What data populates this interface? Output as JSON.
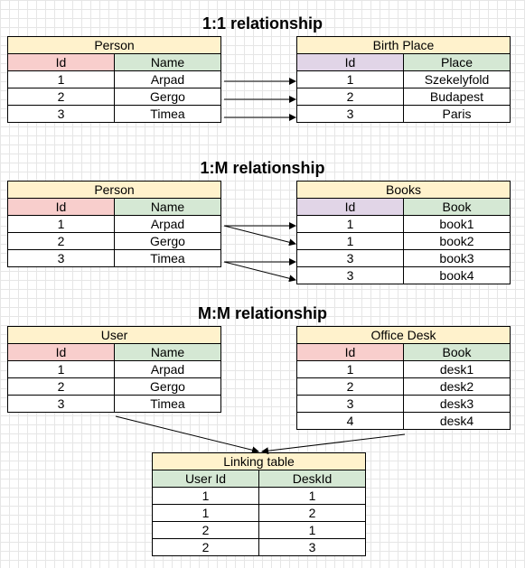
{
  "sections": {
    "one_to_one": "1:1 relationship",
    "one_to_many": "1:M relationship",
    "many_to_many": "M:M relationship"
  },
  "tables": {
    "person_1": {
      "title": "Person",
      "headers": [
        "Id",
        "Name"
      ],
      "rows": [
        [
          "1",
          "Arpad"
        ],
        [
          "2",
          "Gergo"
        ],
        [
          "3",
          "Timea"
        ]
      ]
    },
    "birth_place": {
      "title": "Birth Place",
      "headers": [
        "Id",
        "Place"
      ],
      "rows": [
        [
          "1",
          "Szekelyfold"
        ],
        [
          "2",
          "Budapest"
        ],
        [
          "3",
          "Paris"
        ]
      ]
    },
    "person_2": {
      "title": "Person",
      "headers": [
        "Id",
        "Name"
      ],
      "rows": [
        [
          "1",
          "Arpad"
        ],
        [
          "2",
          "Gergo"
        ],
        [
          "3",
          "Timea"
        ]
      ]
    },
    "books": {
      "title": "Books",
      "headers": [
        "Id",
        "Book"
      ],
      "rows": [
        [
          "1",
          "book1"
        ],
        [
          "1",
          "book2"
        ],
        [
          "3",
          "book3"
        ],
        [
          "3",
          "book4"
        ]
      ]
    },
    "user": {
      "title": "User",
      "headers": [
        "Id",
        "Name"
      ],
      "rows": [
        [
          "1",
          "Arpad"
        ],
        [
          "2",
          "Gergo"
        ],
        [
          "3",
          "Timea"
        ]
      ]
    },
    "office_desk": {
      "title": "Office Desk",
      "headers": [
        "Id",
        "Book"
      ],
      "rows": [
        [
          "1",
          "desk1"
        ],
        [
          "2",
          "desk2"
        ],
        [
          "3",
          "desk3"
        ],
        [
          "4",
          "desk4"
        ]
      ]
    },
    "linking": {
      "title": "Linking table",
      "headers": [
        "User Id",
        "DeskId"
      ],
      "rows": [
        [
          "1",
          "1"
        ],
        [
          "1",
          "2"
        ],
        [
          "2",
          "1"
        ],
        [
          "2",
          "3"
        ]
      ]
    }
  },
  "colors": {
    "title_fill": "#fff2cc",
    "id_header_red": "#f8cecc",
    "header_green": "#d5e8d4",
    "id_header_purple": "#e1d5e7"
  }
}
